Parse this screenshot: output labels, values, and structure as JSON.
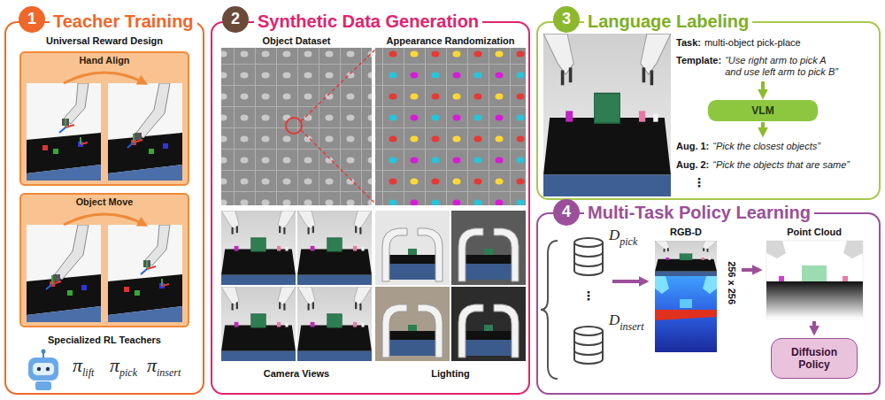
{
  "diagram": {
    "nodes": [
      {
        "text": [
          "Teacher Training",
          "Universal Reward Design",
          "Specialized RL Teachers"
        ]
      },
      {
        "text": [
          "1"
        ],
        "in": 0
      },
      {
        "text": [
          "Hand Align"
        ],
        "in": 0
      },
      {
        "text": [
          "Object Move"
        ],
        "in": 0
      },
      {
        "text": [
          "Synthetic Data Generation"
        ]
      },
      {
        "text": [
          "2"
        ],
        "in": 4
      },
      {
        "text": [
          "Language Labeling"
        ]
      },
      {
        "text": [
          "3"
        ],
        "in": 6
      },
      {
        "text": [
          "VLM"
        ],
        "in": 6
      },
      {
        "text": [
          "Multi-Task Policy Learning"
        ]
      },
      {
        "text": [
          "4"
        ],
        "in": 9
      },
      {
        "text": [
          "Diffusion Policy"
        ],
        "in": 9
      }
    ],
    "labels": [
      "π",
      "lift",
      "π",
      "pick",
      "π",
      "insert",
      "Object Dataset",
      "Appearance Randomization",
      "Camera Views",
      "Lighting",
      "Task:",
      "multi-object pick-place",
      "Template:",
      "“Use right arm to pick A and use left arm to pick B”",
      "Aug. 1:",
      "“Pick the closest objects”",
      "Aug. 2:",
      "“Pick the objects that are same”",
      "⋮",
      "D",
      "pick",
      "⋮",
      "D",
      "insert",
      "RGB-D",
      "256 x 256",
      "Point Cloud"
    ]
  }
}
